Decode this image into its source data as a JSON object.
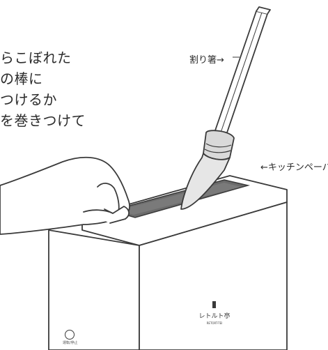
{
  "caption": {
    "lines": [
      "らこぼれた",
      "の棒に",
      "つけるか",
      "を巻きつけて"
    ]
  },
  "labels": {
    "chopsticks": "割り箸→",
    "kitchen_paper": "←キッチンペーパー"
  },
  "device": {
    "brand_name": "レトルト亭",
    "brand_romaji": "RETORT-TEI",
    "power_label": "運転/停止"
  },
  "colors": {
    "line": "#3a3a3a",
    "slot_shadow": "#6b6b6b",
    "paper_fill": "#d9d9d9",
    "background": "#ffffff"
  },
  "icons": {
    "power": "power-circle-icon",
    "logo": "retort-tei-logo"
  }
}
